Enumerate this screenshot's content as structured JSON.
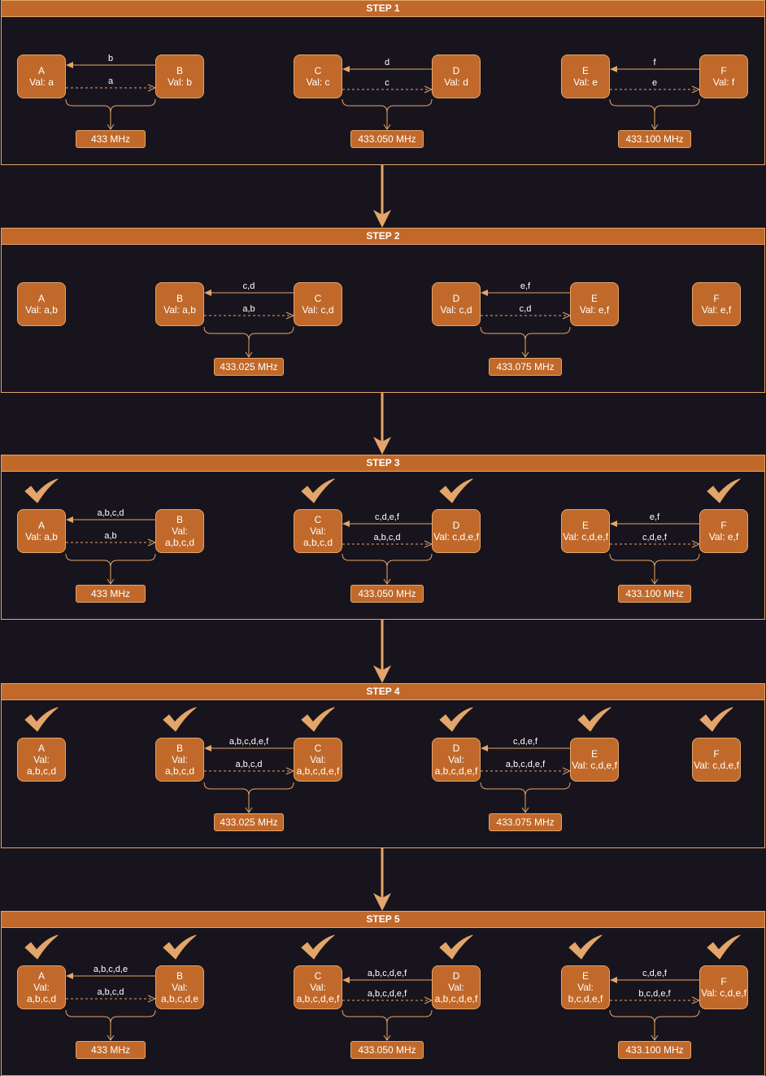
{
  "colors": {
    "background": "#18141d",
    "accent": "#c0692a",
    "accent_light": "#e3a56a",
    "text": "#ffffff"
  },
  "icons": {
    "done": "checkmark-icon"
  },
  "steps": [
    {
      "title": "STEP 1",
      "layout": "pairs",
      "nodes": [
        {
          "name": "A",
          "val": "Val: a",
          "checked": false
        },
        {
          "name": "B",
          "val": "Val: b",
          "checked": false
        },
        {
          "name": "C",
          "val": "Val: c",
          "checked": false
        },
        {
          "name": "D",
          "val": "Val: d",
          "checked": false
        },
        {
          "name": "E",
          "val": "Val: e",
          "checked": false
        },
        {
          "name": "F",
          "val": "Val: f",
          "checked": false
        }
      ],
      "links": [
        {
          "send": "b",
          "receive": "a",
          "freq": "433 MHz"
        },
        {
          "send": "d",
          "receive": "c",
          "freq": "433.050 MHz"
        },
        {
          "send": "f",
          "receive": "e",
          "freq": "433.100 MHz"
        }
      ]
    },
    {
      "title": "STEP 2",
      "layout": "shifted",
      "nodes": [
        {
          "name": "A",
          "val": "Val: a,b",
          "checked": false
        },
        {
          "name": "B",
          "val": "Val: a,b",
          "checked": false
        },
        {
          "name": "C",
          "val": "Val: c,d",
          "checked": false
        },
        {
          "name": "D",
          "val": "Val: c,d",
          "checked": false
        },
        {
          "name": "E",
          "val": "Val: e,f",
          "checked": false
        },
        {
          "name": "F",
          "val": "Val: e,f",
          "checked": false
        }
      ],
      "links": [
        {
          "send": "c,d",
          "receive": "a,b",
          "freq": "433.025 MHz"
        },
        {
          "send": "e,f",
          "receive": "c,d",
          "freq": "433.075 MHz"
        }
      ]
    },
    {
      "title": "STEP 3",
      "layout": "pairs",
      "nodes": [
        {
          "name": "A",
          "val": "Val: a,b",
          "checked": true
        },
        {
          "name": "B",
          "val": "Val:\na,b,c,d",
          "checked": false
        },
        {
          "name": "C",
          "val": "Val:\na,b,c,d",
          "checked": true
        },
        {
          "name": "D",
          "val": "Val: c,d,e,f",
          "checked": true
        },
        {
          "name": "E",
          "val": "Val: c,d,e,f",
          "checked": false
        },
        {
          "name": "F",
          "val": "Val: e,f",
          "checked": true
        }
      ],
      "links": [
        {
          "send": "a,b,c,d",
          "receive": "a,b",
          "freq": "433 MHz"
        },
        {
          "send": "c,d,e,f",
          "receive": "a,b,c,d",
          "freq": "433.050 MHz"
        },
        {
          "send": "e,f",
          "receive": "c,d,e,f",
          "freq": "433.100 MHz"
        }
      ]
    },
    {
      "title": "STEP 4",
      "layout": "shifted",
      "nodes": [
        {
          "name": "A",
          "val": "Val:\na,b,c,d",
          "checked": true
        },
        {
          "name": "B",
          "val": "Val:\na,b,c,d",
          "checked": true
        },
        {
          "name": "C",
          "val": "Val:\na,b,c,d,e,f",
          "checked": true
        },
        {
          "name": "D",
          "val": "Val:\na,b,c,d,e,f",
          "checked": true
        },
        {
          "name": "E",
          "val": "Val: c,d,e,f",
          "checked": true
        },
        {
          "name": "F",
          "val": "Val: c,d,e,f",
          "checked": true
        }
      ],
      "links": [
        {
          "send": "a,b,c,d,e,f",
          "receive": "a,b,c,d",
          "freq": "433.025 MHz"
        },
        {
          "send": "c,d,e,f",
          "receive": "a,b,c,d,e,f",
          "freq": "433.075 MHz"
        }
      ]
    },
    {
      "title": "STEP 5",
      "layout": "pairs",
      "nodes": [
        {
          "name": "A",
          "val": "Val:\na,b,c,d",
          "checked": true
        },
        {
          "name": "B",
          "val": "Val:\na,b,c,d,e",
          "checked": true
        },
        {
          "name": "C",
          "val": "Val:\na,b,c,d,e,f",
          "checked": true
        },
        {
          "name": "D",
          "val": "Val:\na,b,c,d,e,f",
          "checked": true
        },
        {
          "name": "E",
          "val": "Val:\nb,c,d,e,f",
          "checked": true
        },
        {
          "name": "F",
          "val": "Val: c,d,e,f",
          "checked": true
        }
      ],
      "links": [
        {
          "send": "a,b,c,d,e",
          "receive": "a,b,c,d",
          "freq": "433 MHz"
        },
        {
          "send": "a,b,c,d,e,f",
          "receive": "a,b,c,d,e,f",
          "freq": "433.050 MHz"
        },
        {
          "send": "c,d,e,f",
          "receive": "b,c,d,e,f",
          "freq": "433.100 MHz"
        }
      ]
    }
  ]
}
